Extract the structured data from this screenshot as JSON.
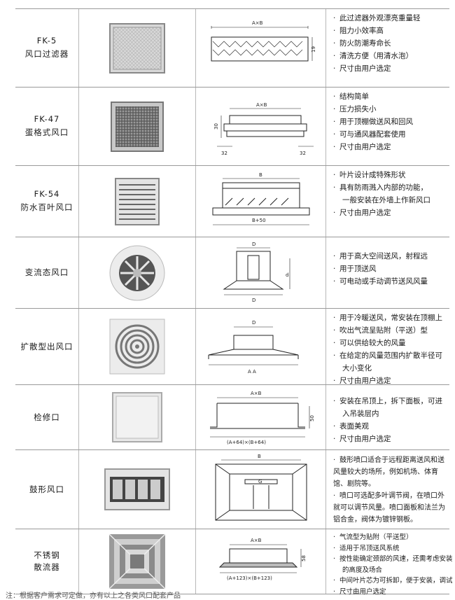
{
  "rows": [
    {
      "code": "FK-5",
      "name": "风口过滤器",
      "drawing_labels": [
        "A×B",
        "19"
      ],
      "features": [
        "此过滤器外观漂亮重量轻",
        "阻力小效率高",
        "防火防潮寿命长",
        "清洗方便（用清水泡）",
        "尺寸由用户选定"
      ]
    },
    {
      "code": "FK-47",
      "name": "蛋格式风口",
      "drawing_labels": [
        "A×B",
        "30",
        "32",
        "32"
      ],
      "features": [
        "结构简单",
        "压力损失小",
        "用于顶棚做送风和回风",
        "可与通风器配套使用",
        "尺寸由用户选定"
      ]
    },
    {
      "code": "FK-54",
      "name": "防水百叶风口",
      "drawing_labels": [
        "B",
        "B+50"
      ],
      "features": [
        "叶片设计成特殊形状",
        "具有防雨溅入内部的功能，",
        "一般安装在外墙上作新风口",
        "尺寸由用户选定"
      ]
    },
    {
      "code": "",
      "name": "变流态风口",
      "drawing_labels": [
        "D",
        "d",
        "D"
      ],
      "features": [
        "用于高大空间送风，射程远",
        "用于顶送风",
        "可电动或手动调节送风风量"
      ]
    },
    {
      "code": "",
      "name": "扩散型出风口",
      "drawing_labels": [
        "D",
        "A A"
      ],
      "features": [
        "用于冷暖送风，常安装在顶棚上",
        "吹出气流呈贴附（平送）型",
        "可以供给较大的风量",
        "在给定的风量范围内扩散半径可",
        "大小变化",
        "尺寸由用户选定"
      ]
    },
    {
      "code": "",
      "name": "检修口",
      "drawing_labels": [
        "A×B",
        "50",
        "(A+64)×(B+64)"
      ],
      "features": [
        "安装在吊顶上，拆下面板，可进",
        "入吊装层内",
        "表面美观",
        "尺寸由用户选定"
      ]
    },
    {
      "code": "",
      "name": "鼓形风口",
      "drawing_labels": [
        "B",
        "G"
      ],
      "features": [
        "鼓形喷口适合于远程距离送风和送风量较大的场所，例如机场、体育馆、剧院等。",
        "喷口可选配多叶调节阀，在喷口外就可以调节风量。喷口面板和法兰为铝合金，阀体为镀锌钢板。"
      ]
    },
    {
      "code": "不锈钢",
      "name": "散流器",
      "drawing_labels": [
        "A×B",
        "58",
        "(A+123)×(B+123)"
      ],
      "features": [
        "气流型为贴附（平送型）",
        "适用于吊顶送风系统",
        "按性能确定颈部的风速，还需考虑安装",
        "的高度及场合",
        "中间叶片芯为可拆卸，便于安装，调试",
        "尺寸由用户选定"
      ]
    }
  ],
  "footnote": "注：根据客户需求可定做，亦有以上之各类风口配套产品"
}
